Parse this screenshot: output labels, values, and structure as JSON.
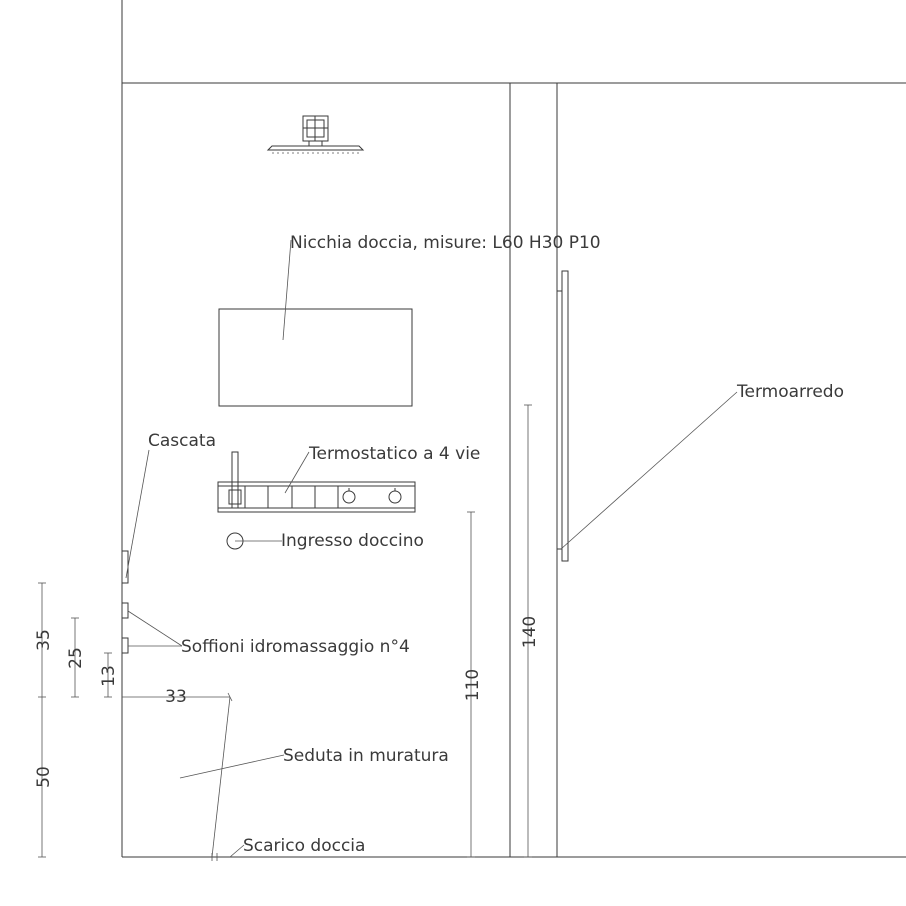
{
  "labels": {
    "nicchia": "Nicchia doccia, misure: L60 H30 P10",
    "termoarredo": "Termoarredo",
    "cascata": "Cascata",
    "termostatico": "Termostatico a 4 vie",
    "ingresso": "Ingresso doccino",
    "soffioni": "Soffioni idromassaggio n°4",
    "seduta": "Seduta in muratura",
    "scarico": "Scarico doccia"
  },
  "dimensions": {
    "d35": "35",
    "d25": "25",
    "d13": "13",
    "d50": "50",
    "d33": "33",
    "d110": "110",
    "d140": "140"
  }
}
